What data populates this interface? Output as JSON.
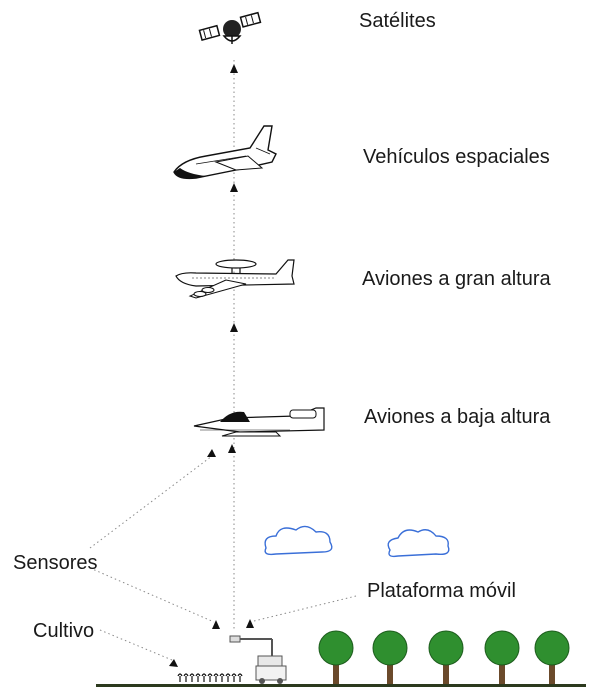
{
  "platforms": [
    {
      "key": "satellite",
      "label": "Satélites"
    },
    {
      "key": "space-shuttle",
      "label": "Vehículos espaciales"
    },
    {
      "key": "high-altitude-plane",
      "label": "Aviones a gran altura"
    },
    {
      "key": "low-altitude-plane",
      "label": "Aviones a baja altura"
    }
  ],
  "callouts": {
    "sensors": "Sensores",
    "mobile_platform": "Plataforma móvil",
    "crop": "Cultivo"
  },
  "colors": {
    "tree_canopy": "#2f8f2f",
    "tree_trunk": "#6b4a2b",
    "cloud_outline": "#3a6fd8",
    "ground": "#3a4a2a",
    "line": "#7a7a7a"
  },
  "icons": [
    "satellite-icon",
    "space-shuttle-icon",
    "high-altitude-plane-icon",
    "low-altitude-plane-icon",
    "cloud-icon",
    "tree-icon",
    "vehicle-icon",
    "crop-icon"
  ]
}
